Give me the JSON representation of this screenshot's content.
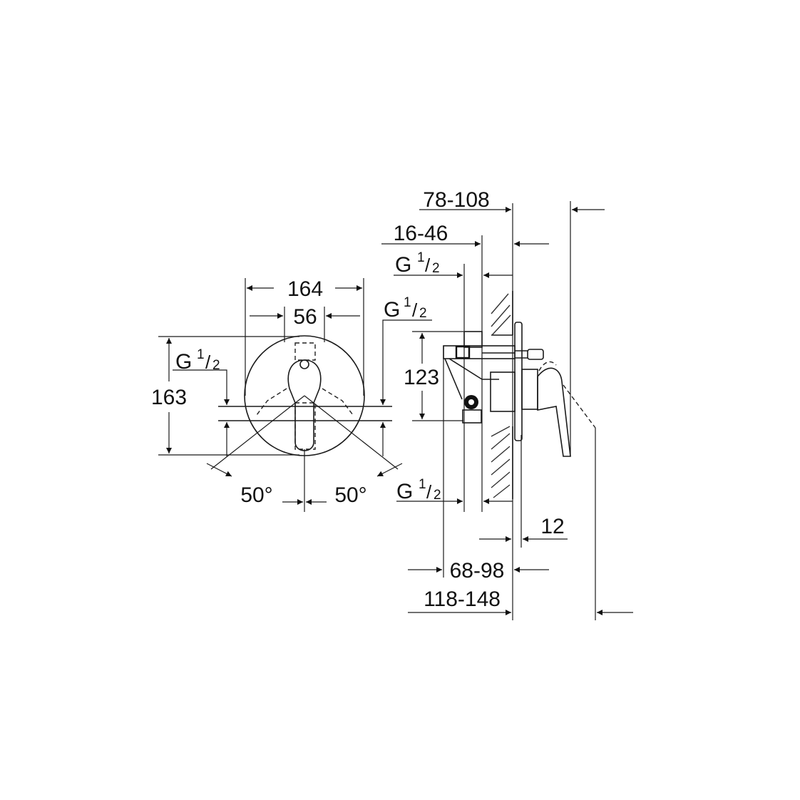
{
  "drawing": {
    "title": "Concealed single-lever mixer dimensional drawing",
    "front_view": {
      "width_overall": "164",
      "width_inner": "56",
      "height_overall": "163",
      "connection_left": {
        "thread": "G",
        "num": "1",
        "den": "2"
      },
      "connection_right": {
        "thread": "G",
        "num": "1",
        "den": "2"
      },
      "angle_left": "50°",
      "angle_right": "50°"
    },
    "side_view": {
      "dim_78_108": "78-108",
      "dim_16_46": "16-46",
      "dim_123": "123",
      "dim_12": "12",
      "dim_68_98": "68-98",
      "dim_118_148": "118-148",
      "connection_top": {
        "thread": "G",
        "num": "1",
        "den": "2"
      },
      "connection_bottom": {
        "thread": "G",
        "num": "1",
        "den": "2"
      }
    }
  }
}
